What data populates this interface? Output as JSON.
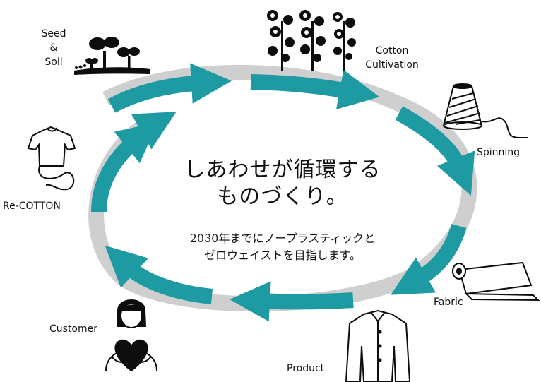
{
  "colors": {
    "accent": "#1e9aa3",
    "ring": "#cfcfcf",
    "ink": "#0d0d0d"
  },
  "headline": {
    "line1": "しあわせが循環する",
    "line2": "ものづくり。"
  },
  "subtitle": {
    "line1": "2030年までにノープラスティックと",
    "line2": "ゼロウェイストを目指します。"
  },
  "stages": {
    "seed_soil": {
      "line1": "Seed",
      "line2": "&",
      "line3": "Soil",
      "icon": "sprout-icon"
    },
    "cotton": {
      "line1": "Cotton",
      "line2": "Cultivation",
      "icon": "cotton-plant-icon"
    },
    "spinning": {
      "label": "Spinning",
      "icon": "yarn-cone-icon"
    },
    "fabric": {
      "label": "Fabric",
      "icon": "fabric-roll-icon"
    },
    "product": {
      "label": "Product",
      "icon": "shirt-icon"
    },
    "customer": {
      "label": "Customer",
      "icon": "person-heart-icon"
    },
    "recotton": {
      "label": "Re-COTTON",
      "icon": "tshirt-recycle-icon"
    }
  }
}
